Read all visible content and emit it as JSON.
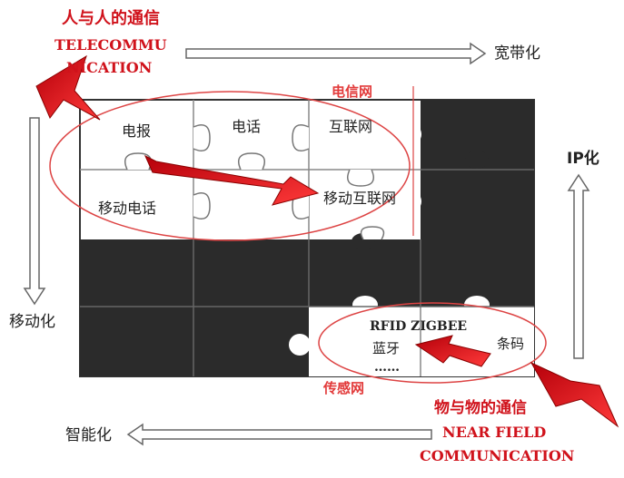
{
  "colors": {
    "accent_red": "#d0121b",
    "dark_piece": "#2b2b2b",
    "frame": "#333333",
    "arrow_fill": "#ffffff",
    "arrow_stroke": "#555555"
  },
  "top_label": {
    "cn": "人与人的通信",
    "en_line1": "TELECOMMU",
    "en_line2": "NICATION"
  },
  "bottom_label": {
    "cn": "物与物的通信",
    "en_line1": "NEAR FIELD",
    "en_line2": "COMMUNICATION"
  },
  "network_labels": {
    "telecom": "电信网",
    "sensor": "传感网"
  },
  "axis_labels": {
    "right_top": "宽带化",
    "right_side": "IP化",
    "left_side": "移动化",
    "bottom_left": "智能化"
  },
  "pieces": {
    "telegraph": "电报",
    "telephone": "电话",
    "internet": "互联网",
    "mobile_phone": "移动电话",
    "mobile_internet": "移动互联网",
    "rfid_zigbee": "RFID ZIGBEE",
    "bluetooth": "蓝牙",
    "barcode": "条码",
    "ellipsis": "……"
  }
}
